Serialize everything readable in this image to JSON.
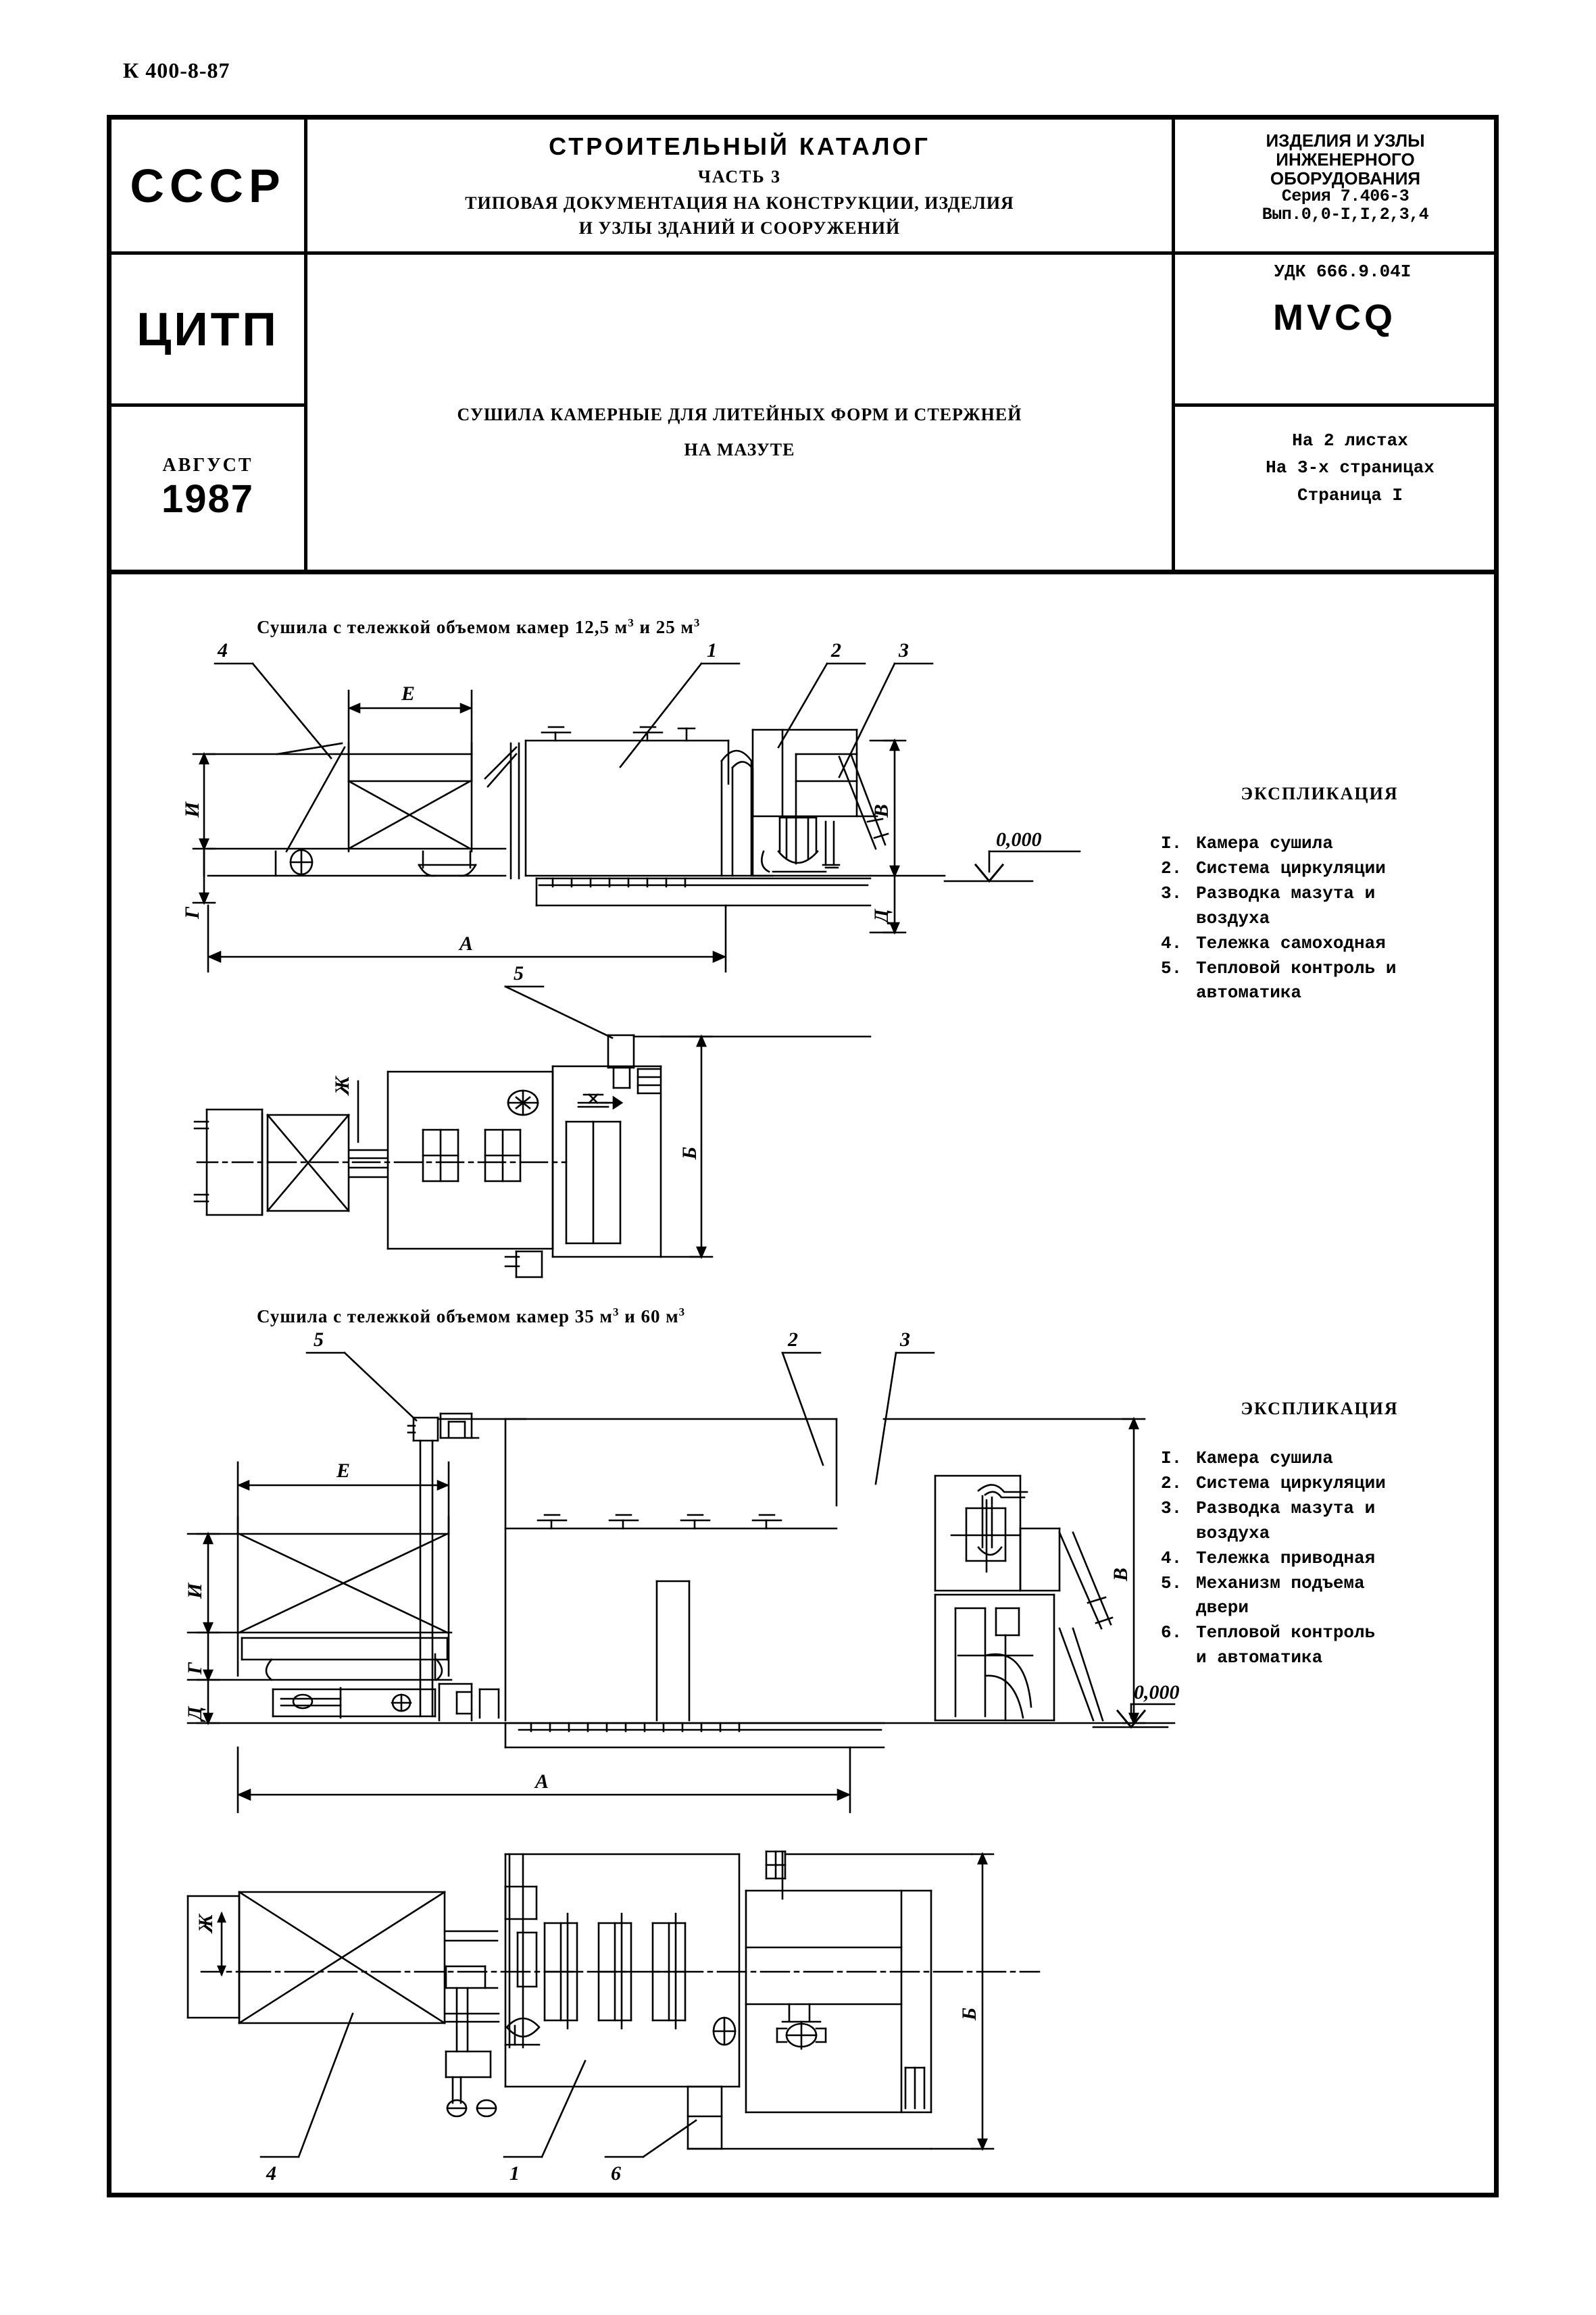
{
  "doc_code": "К 400-8-87",
  "title_block": {
    "country": "СССР",
    "institute": "ЦИТП",
    "month": "АВГУСТ",
    "year": "1987",
    "catalog": {
      "line1": "СТРОИТЕЛЬНЫЙ КАТАЛОГ",
      "line2": "ЧАСТЬ 3",
      "line3": "ТИПОВАЯ ДОКУМЕНТАЦИЯ НА КОНСТРУКЦИИ, ИЗДЕЛИЯ",
      "line4": "И УЗЛЫ ЗДАНИЙ И СООРУЖЕНИЙ"
    },
    "subject": {
      "line1": "СУШИЛА КАМЕРНЫЕ ДЛЯ ЛИТЕЙНЫХ ФОРМ И СТЕРЖНЕЙ",
      "line2": "НА МАЗУТЕ"
    },
    "series": {
      "line1": "ИЗДЕЛИЯ И УЗЛЫ",
      "line2": "ИНЖЕНЕРНОГО",
      "line3": "ОБОРУДОВАНИЯ",
      "line4": "Серия 7.406-3",
      "line5": "Вып.0,0-I,I,2,3,4"
    },
    "udk": "УДК 666.9.04I",
    "code_mvcq": "MVCQ",
    "sheets": {
      "line1": "На 2 листах",
      "line2": "На 3-х страницах",
      "line3": "Страница I"
    }
  },
  "figures": [
    {
      "caption_prefix": "Сушила с тележкой объемом камер ",
      "caption_v1": "12,5 м",
      "caption_sup1": "3",
      "caption_mid": " и ",
      "caption_v2": "25 м",
      "caption_sup2": "3",
      "datum": "0,000",
      "dims": {
        "A": "А",
        "B": "Б",
        "V": "В",
        "G": "Г",
        "D": "Д",
        "E": "Е",
        "ZH": "Ж",
        "I": "И"
      },
      "callouts": [
        "4",
        "1",
        "2",
        "3",
        "5"
      ],
      "legend": {
        "title": "ЭКСПЛИКАЦИЯ",
        "items": [
          {
            "num": "I.",
            "text": "Камера сушила"
          },
          {
            "num": "2.",
            "text": "Система циркуляции"
          },
          {
            "num": "3.",
            "text": "Разводка мазута и",
            "text2": "воздуха"
          },
          {
            "num": "4.",
            "text": "Тележка самоходная"
          },
          {
            "num": "5.",
            "text": "Тепловой контроль и",
            "text2": "автоматика"
          }
        ]
      }
    },
    {
      "caption_prefix": "Сушила с тележкой объемом камер ",
      "caption_v1": "35 м",
      "caption_sup1": "3",
      "caption_mid": " и ",
      "caption_v2": "60 м",
      "caption_sup2": "3",
      "datum": "0,000",
      "dims": {
        "A": "А",
        "B": "Б",
        "V": "В",
        "G": "Г",
        "D": "Д",
        "E": "Е",
        "ZH": "Ж",
        "I": "И"
      },
      "callouts": [
        "5",
        "2",
        "3",
        "4",
        "1",
        "6"
      ],
      "legend": {
        "title": "ЭКСПЛИКАЦИЯ",
        "items": [
          {
            "num": "I.",
            "text": "Камера сушила"
          },
          {
            "num": "2.",
            "text": "Система циркуляции"
          },
          {
            "num": "3.",
            "text": "Разводка мазута и",
            "text2": "воздуха"
          },
          {
            "num": "4.",
            "text": "Тележка приводная"
          },
          {
            "num": "5.",
            "text": "Механизм подъема",
            "text2": "двери"
          },
          {
            "num": "6.",
            "text": "Тепловой контроль",
            "text2": "и автоматика"
          }
        ]
      }
    }
  ]
}
